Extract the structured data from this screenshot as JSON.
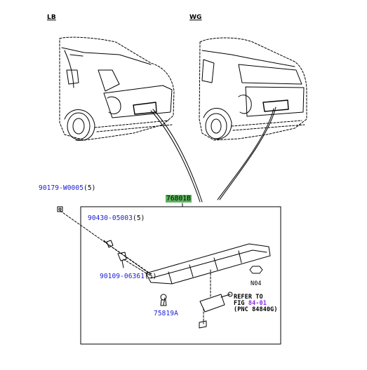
{
  "variants": {
    "left": "LB",
    "right": "WG"
  },
  "parts": {
    "main_assembly": "76801B",
    "screw_upper": {
      "number": "90179-W0005",
      "qty": "(5)"
    },
    "nut": {
      "number": "90430-05003",
      "qty": "(5)"
    },
    "screw_lower": {
      "number": "90109-06361",
      "qty": "(5)"
    },
    "bulb_socket": "75819A",
    "nut_symbol": "N04"
  },
  "refer": {
    "line1": "REFER TO",
    "fig_prefix": "FIG",
    "fig_ref": "84-01",
    "pnc": "(PNC 84840G)"
  },
  "colors": {
    "link": "#1a1ad6",
    "highlight": "#5cb35c",
    "fig_ref": "#8a2be2",
    "line": "#000000"
  }
}
